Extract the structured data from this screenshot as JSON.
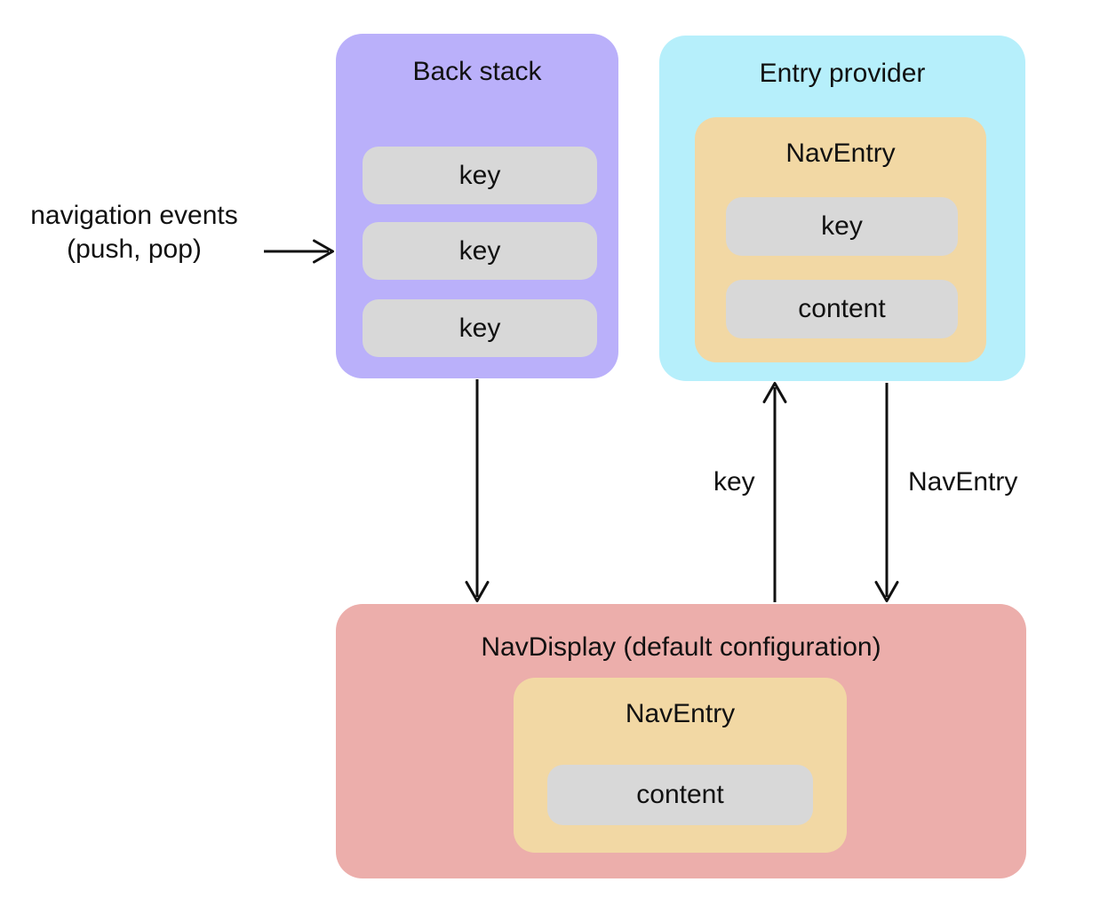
{
  "diagram": {
    "back_stack": {
      "title": "Back stack",
      "keys": [
        "key",
        "key",
        "key"
      ]
    },
    "entry_provider": {
      "title": "Entry provider",
      "nav_entry": {
        "title": "NavEntry",
        "key": "key",
        "content": "content"
      }
    },
    "nav_display": {
      "title": "NavDisplay (default configuration)",
      "nav_entry": {
        "title": "NavEntry",
        "content": "content"
      }
    },
    "labels": {
      "navigation_events_line1": "navigation events",
      "navigation_events_line2": "(push, pop)",
      "key_arrow": "key",
      "nav_entry_arrow": "NavEntry"
    },
    "colors": {
      "back_stack": "#bab0fa",
      "entry_provider": "#b6effb",
      "nav_entry": "#f2d8a4",
      "nav_display": "#ecaeab",
      "pill": "#d8d8d8",
      "text": "#111111",
      "arrow": "#111111"
    }
  }
}
